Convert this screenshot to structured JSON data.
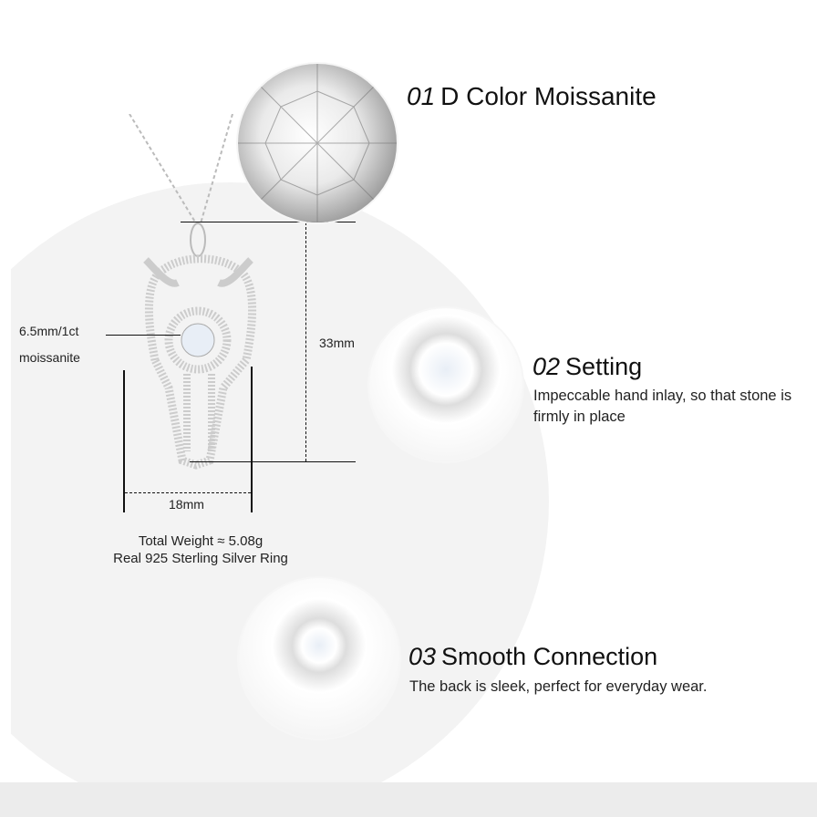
{
  "features": [
    {
      "num": "01",
      "title": "D Color Moissanite"
    },
    {
      "num": "02",
      "title": "Setting",
      "description": "Impeccable hand inlay, so that stone is firmly in place"
    },
    {
      "num": "03",
      "title": "Smooth Connection",
      "description": "The back is sleek, perfect for everyday wear."
    }
  ],
  "dimensions": {
    "stone_line1": "6.5mm/1ct",
    "stone_line2": "moissanite",
    "height": "33mm",
    "width": "18mm"
  },
  "specs": {
    "weight": "Total Weight ≈ 5.08g",
    "material": "Real 925 Sterling Silver Ring"
  }
}
